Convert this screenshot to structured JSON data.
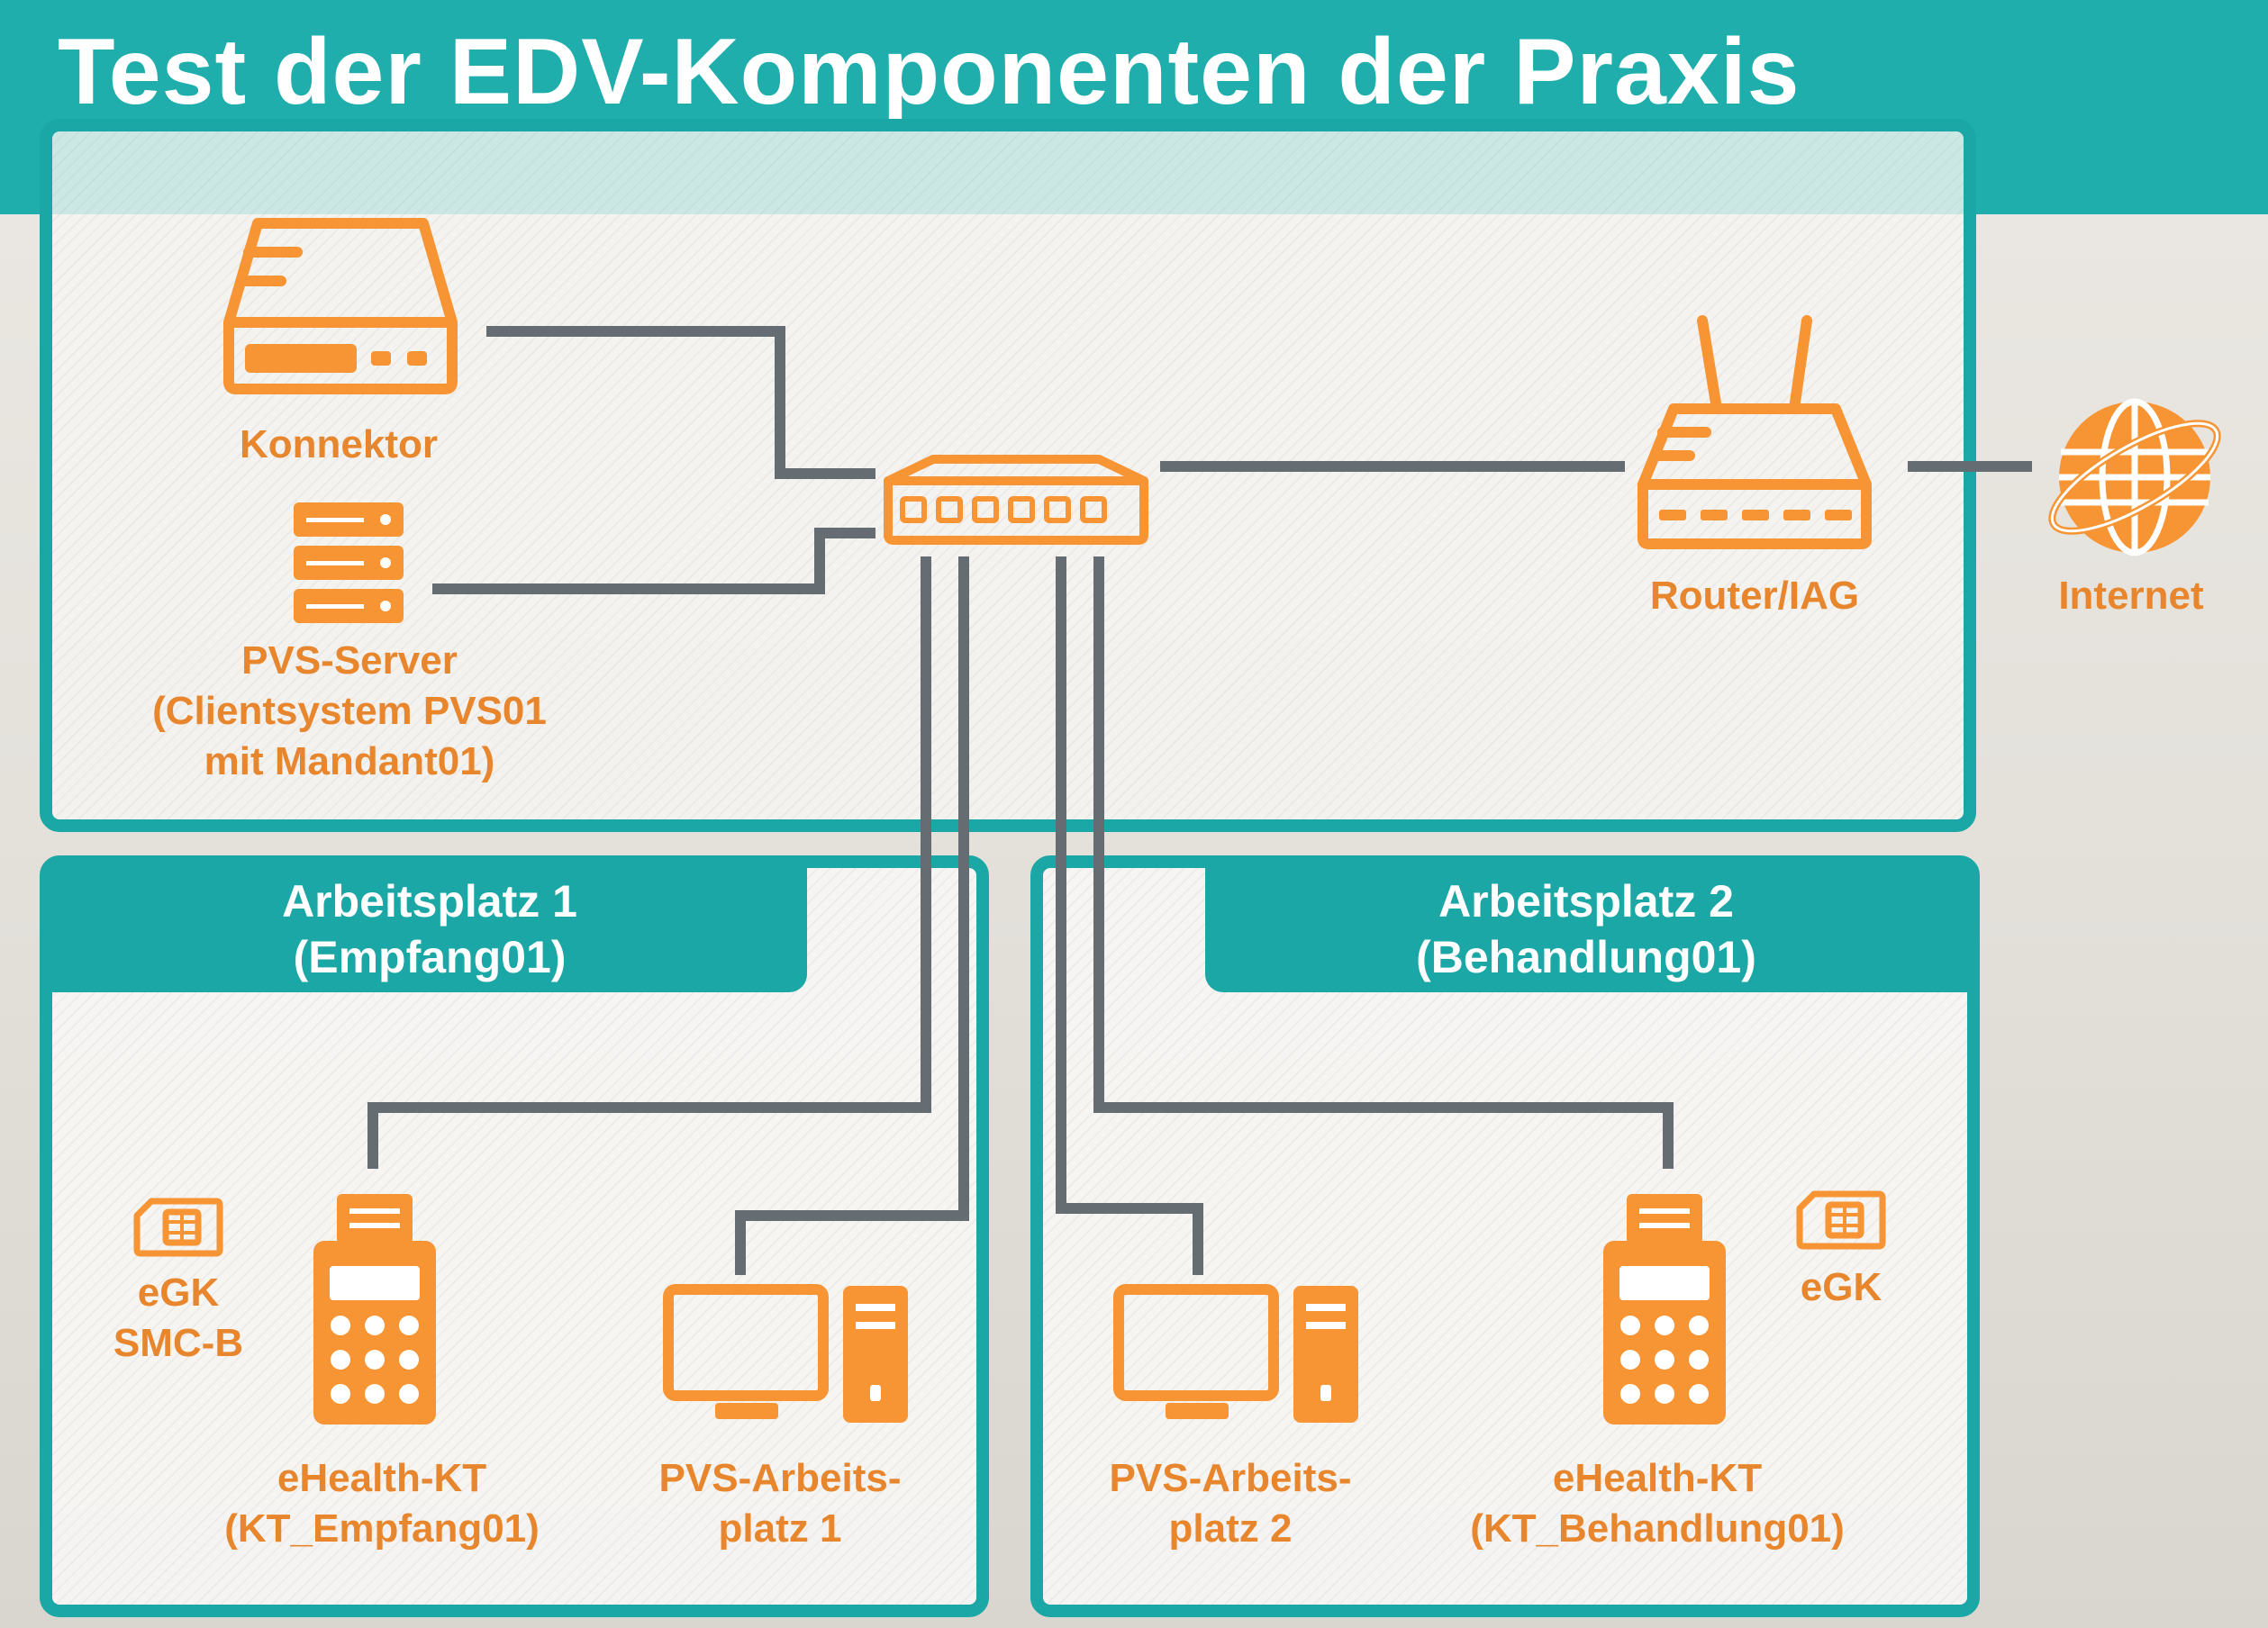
{
  "title": "Test der EDV-Komponenten der Praxis",
  "colors": {
    "header": "#1faeac",
    "frame": "#1aa7a5",
    "accent_orange": "#f79433",
    "label_orange": "#e8862e",
    "cable": "#656d72"
  },
  "nodes": {
    "konnektor": {
      "label": "Konnektor",
      "icon": "connector-device-icon"
    },
    "pvs_server": {
      "line1": "PVS-Server",
      "line2": "(Clientsystem PVS01",
      "line3": "mit Mandant01)",
      "icon": "server-rack-icon"
    },
    "switch": {
      "icon": "network-switch-icon"
    },
    "router": {
      "label": "Router/IAG",
      "icon": "router-icon"
    },
    "internet": {
      "label": "Internet",
      "icon": "globe-icon"
    }
  },
  "workplace1": {
    "title_line1": "Arbeitsplatz 1",
    "title_line2": "(Empfang01)",
    "cards": {
      "line1": "eGK",
      "line2": "SMC-B",
      "icon": "sim-card-icon"
    },
    "terminal": {
      "line1": "eHealth-KT",
      "line2": "(KT_Empfang01)",
      "icon": "card-terminal-icon"
    },
    "pc": {
      "line1": "PVS-Arbeits-",
      "line2": "platz 1",
      "icon": "desktop-computer-icon"
    }
  },
  "workplace2": {
    "title_line1": "Arbeitsplatz 2",
    "title_line2": "(Behandlung01)",
    "cards": {
      "line1": "eGK",
      "icon": "sim-card-icon"
    },
    "terminal": {
      "line1": "eHealth-KT",
      "line2": "(KT_Behandlung01)",
      "icon": "card-terminal-icon"
    },
    "pc": {
      "line1": "PVS-Arbeits-",
      "line2": "platz 2",
      "icon": "desktop-computer-icon"
    }
  }
}
